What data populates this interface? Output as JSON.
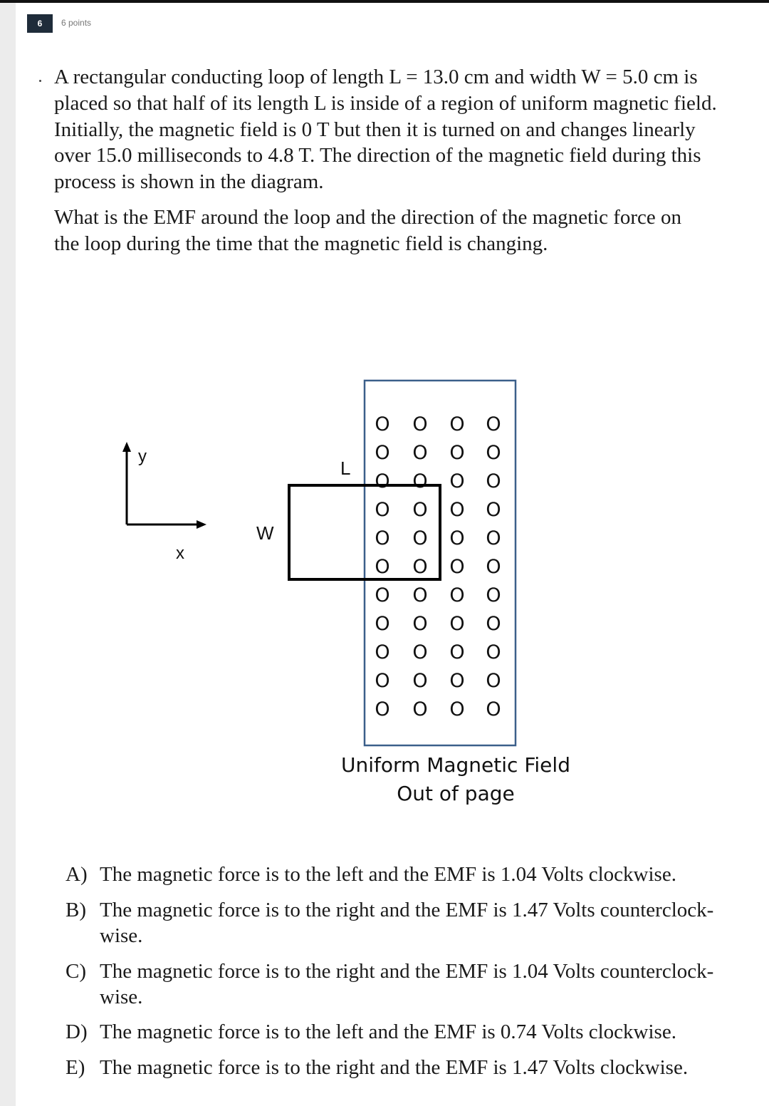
{
  "question": {
    "number": "6",
    "points": "6 points",
    "paragraph1": [
      "A rectangular conducting loop of length L = 13.0 cm and width W = 5.0 cm is",
      "placed so that half of its length L is inside of a region of uniform magnetic field.",
      "Initially, the magnetic field is 0 T but then it is turned on and changes linearly",
      "over 15.0 milliseconds to 4.8 T. The direction of the magnetic field during this",
      "process is shown in the diagram."
    ],
    "paragraph2": [
      "What is the EMF around the loop and the direction of the magnetic force on",
      "the loop during the time that the magnetic field is changing."
    ]
  },
  "diagram": {
    "axis_y_label": "y",
    "axis_x_label": "x",
    "width_label": "W",
    "length_label": "L",
    "field_symbol": "O",
    "field_rows": 11,
    "field_cols": 4,
    "caption_line1": "Uniform Magnetic Field",
    "caption_line2": "Out of page",
    "field_border_color": "#3b5f8a"
  },
  "options": [
    {
      "label": "A)",
      "lines": [
        "The magnetic force is to the left and the EMF is 1.04 Volts clockwise."
      ]
    },
    {
      "label": "B)",
      "lines": [
        "The magnetic force is to the right and the EMF is 1.47 Volts counterclock-",
        "wise."
      ]
    },
    {
      "label": "C)",
      "lines": [
        "The magnetic force is to the right and the EMF is 1.04 Volts counterclock-",
        "wise."
      ]
    },
    {
      "label": "D)",
      "lines": [
        "The magnetic force is to the left and the EMF is 0.74 Volts clockwise."
      ]
    },
    {
      "label": "E)",
      "lines": [
        "The magnetic force is to the right and the EMF is 1.47 Volts clockwise."
      ]
    }
  ]
}
